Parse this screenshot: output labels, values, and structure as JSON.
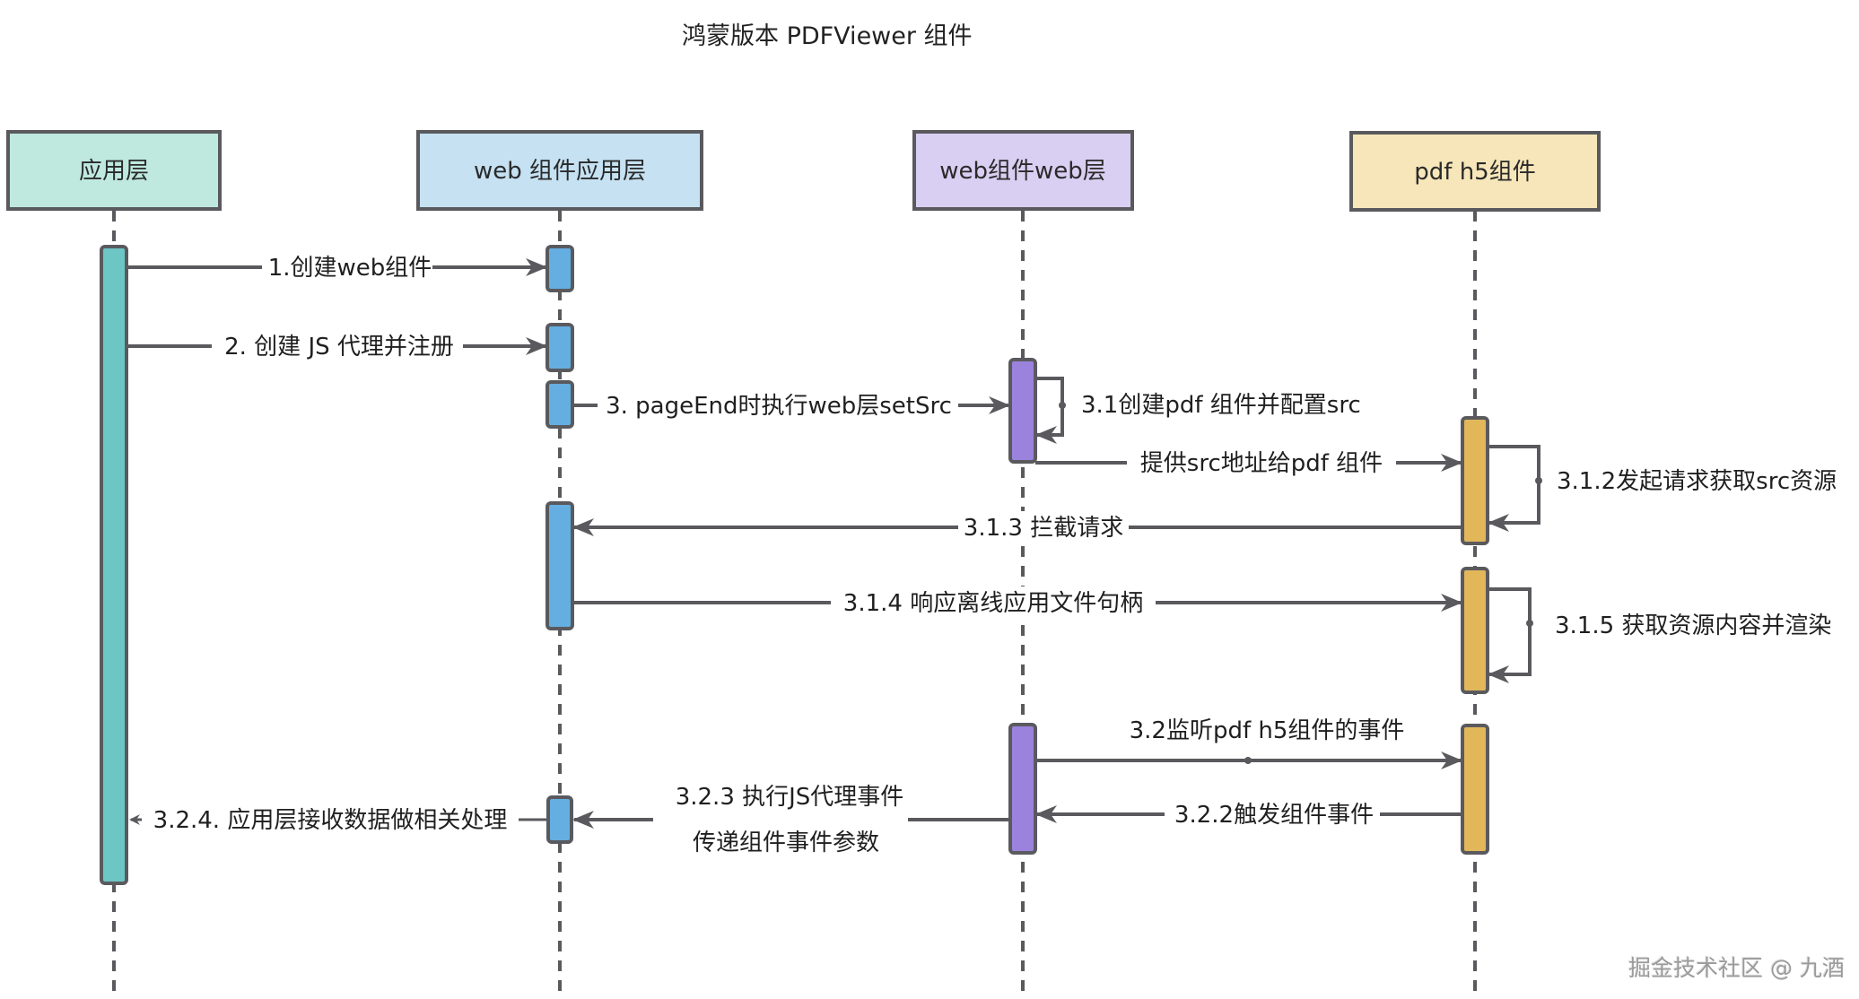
{
  "title": "鸿蒙版本 PDFViewer 组件",
  "watermark": "掘金技术社区 @ 九酒",
  "colors": {
    "line": "#5a5a5e",
    "participant_fills": [
      "#bfe9de",
      "#c5e1f2",
      "#d9cff2",
      "#f6e6b9"
    ],
    "activation_fills": [
      "#6cc6c4",
      "#64aee2",
      "#9b82dd",
      "#e1b75a"
    ]
  },
  "participants": [
    {
      "id": "app",
      "label": "应用层"
    },
    {
      "id": "webapp",
      "label": "web 组件应用层"
    },
    {
      "id": "webweb",
      "label": "web组件web层"
    },
    {
      "id": "pdfh5",
      "label": "pdf h5组件"
    }
  ],
  "messages": [
    {
      "id": "m1",
      "from": "app",
      "to": "webapp",
      "label": "1.创建web组件"
    },
    {
      "id": "m2",
      "from": "app",
      "to": "webapp",
      "label": "2. 创建 JS 代理并注册"
    },
    {
      "id": "m3",
      "from": "webapp",
      "to": "webweb",
      "label": "3. pageEnd时执行web层setSrc"
    },
    {
      "id": "m31",
      "from": "webweb",
      "to": "webweb",
      "label": "3.1创建pdf 组件并配置src",
      "self": true
    },
    {
      "id": "m311",
      "from": "webweb",
      "to": "pdfh5",
      "label": "提供src地址给pdf 组件"
    },
    {
      "id": "m312",
      "from": "pdfh5",
      "to": "pdfh5",
      "label": "3.1.2发起请求获取src资源",
      "self": true
    },
    {
      "id": "m313",
      "from": "pdfh5",
      "to": "webapp",
      "label": "3.1.3 拦截请求"
    },
    {
      "id": "m314",
      "from": "webapp",
      "to": "pdfh5",
      "label": "3.1.4 响应离线应用文件句柄"
    },
    {
      "id": "m315",
      "from": "pdfh5",
      "to": "pdfh5",
      "label": "3.1.5 获取资源内容并渲染",
      "self": true
    },
    {
      "id": "m32",
      "from": "webweb",
      "to": "pdfh5",
      "label": "3.2监听pdf h5组件的事件"
    },
    {
      "id": "m322",
      "from": "pdfh5",
      "to": "webweb",
      "label": "3.2.2触发组件事件"
    },
    {
      "id": "m323",
      "from": "webweb",
      "to": "webapp",
      "label": "3.2.3 执行JS代理事件",
      "label2": "传递组件事件参数"
    },
    {
      "id": "m324",
      "from": "webapp",
      "to": "app",
      "label": "3.2.4. 应用层接收数据做相关处理"
    }
  ]
}
